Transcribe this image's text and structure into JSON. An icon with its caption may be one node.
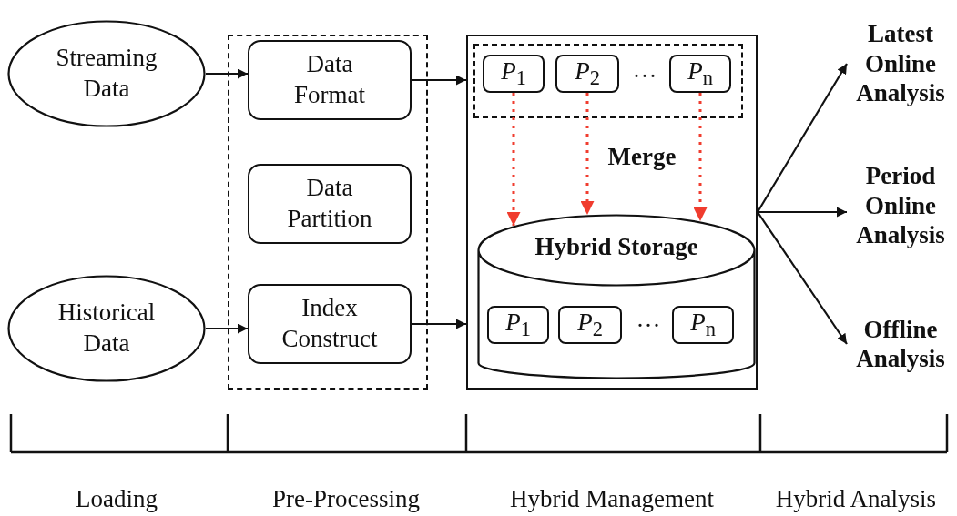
{
  "diagram": {
    "nodes": [
      {
        "text": [
          "Streaming Data"
        ]
      },
      {
        "text": [
          "Historical Data"
        ]
      },
      {
        "text": [],
        "shape": "box"
      },
      {
        "text": [
          "Data Format"
        ],
        "in": 2
      },
      {
        "text": [
          "Data Partition"
        ],
        "in": 2
      },
      {
        "text": [
          "Index Construct"
        ],
        "in": 2
      },
      {
        "text": [],
        "shape": "box"
      },
      {
        "text": [],
        "shape": "box",
        "in": 6
      },
      {
        "text": [
          "*P*$_{1}$"
        ],
        "in": 7
      },
      {
        "text": [
          "*P*$_{2}$"
        ],
        "in": 7
      },
      {
        "text": [
          "*P*$_{n}$"
        ],
        "in": 7
      },
      {
        "text": [
          "Hybrid Storage"
        ],
        "in": 6
      },
      {
        "text": [
          "*P*$_{1}$"
        ],
        "in": 11
      },
      {
        "text": [
          "*P*$_{2}$"
        ],
        "in": 11
      },
      {
        "text": [
          "*P*$_{n}$"
        ],
        "in": 11
      },
      {
        "text": [
          "Latest Online Analysis"
        ]
      },
      {
        "text": [
          "Period Online Analysis"
        ]
      },
      {
        "text": [
          "Offline Analysis"
        ]
      }
    ],
    "edges": [
      {
        "from": 0,
        "to": 3,
        "arrow": "to"
      },
      {
        "from": 1,
        "to": 5,
        "arrow": "to"
      },
      {
        "from": 3,
        "to": 6,
        "arrow": "to"
      },
      {
        "from": 5,
        "to": 6,
        "arrow": "to"
      },
      {
        "from": 8,
        "to": 11,
        "arrow": "to",
        "style": "dashed",
        "color": "#f03c2e"
      },
      {
        "from": 9,
        "to": 11,
        "arrow": "to",
        "style": "dashed",
        "color": "#f03c2e"
      },
      {
        "from": 10,
        "to": 11,
        "arrow": "to",
        "style": "dashed",
        "color": "#f03c2e"
      },
      {
        "from": 6,
        "to": 15,
        "arrow": "to"
      },
      {
        "from": 6,
        "to": 16,
        "arrow": "to"
      },
      {
        "from": 6,
        "to": 17,
        "arrow": "to"
      }
    ],
    "labels": [
      "···",
      "Merge",
      "···",
      "Loading",
      "Pre-Processing",
      "Hybrid Management",
      "Hybrid Analysis"
    ]
  }
}
